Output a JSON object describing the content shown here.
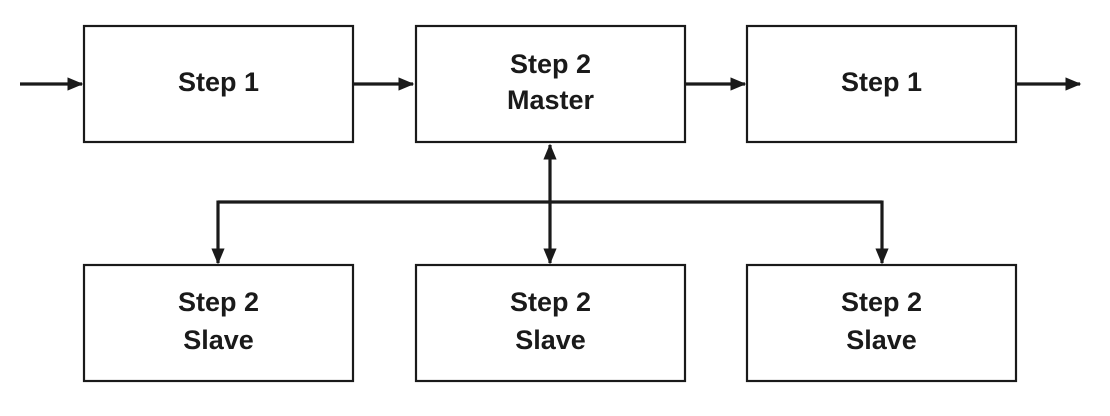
{
  "nodes": {
    "step1_left": {
      "line1": "Step 1",
      "line2": ""
    },
    "step2_master": {
      "line1": "Step 2",
      "line2": "Master"
    },
    "step1_right": {
      "line1": "Step 1",
      "line2": ""
    },
    "slave_left": {
      "line1": "Step 2",
      "line2": "Slave"
    },
    "slave_middle": {
      "line1": "Step 2",
      "line2": "Slave"
    },
    "slave_right": {
      "line1": "Step 2",
      "line2": "Slave"
    }
  },
  "colors": {
    "stroke": "#1a1a1a",
    "fill": "#ffffff"
  }
}
